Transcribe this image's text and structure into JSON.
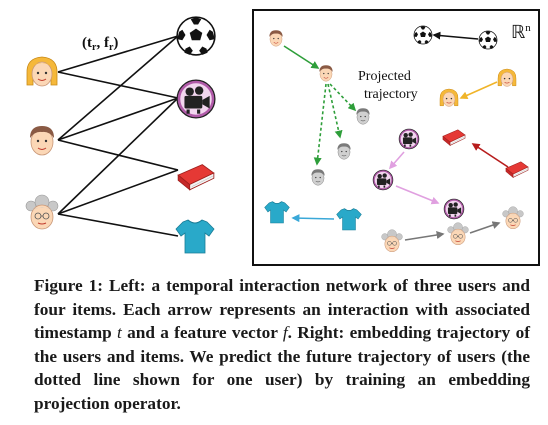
{
  "figure": {
    "edge_label": "(t",
    "edge_label_sub": "r",
    "edge_label_mid": ", f",
    "edge_label_sub2": "r",
    "edge_label_end": ")",
    "space_label": "ℝ",
    "space_label_sup": "n",
    "projected_label_line1": "Projected",
    "projected_label_line2": "trajectory",
    "colors": {
      "green_arrow": "#2e9e3a",
      "yellow_arrow": "#f0b429",
      "red_arrow": "#b71c1c",
      "pink_arrow": "#e0a0e0",
      "blue_arrow": "#3aa8d8",
      "gray_arrow": "#777777",
      "book": "#e53935",
      "shirt": "#29a9c9",
      "hair_blonde": "#f5b83a",
      "hair_brown": "#8a5a44",
      "hair_gray": "#b8b8b8",
      "camera_bg": "#b05aa8"
    }
  },
  "caption": {
    "part1": "Figure 1: Left: a temporal interaction network of three users and four items. Each arrow represents an interaction with associated timestamp ",
    "var_t": "t",
    "part2": " and a feature vector ",
    "var_f": "f",
    "part3": ". Right: embedding trajectory of the users and items. We predict the future trajectory of users (the dotted line shown for one user) by training an embedding projection operator."
  }
}
